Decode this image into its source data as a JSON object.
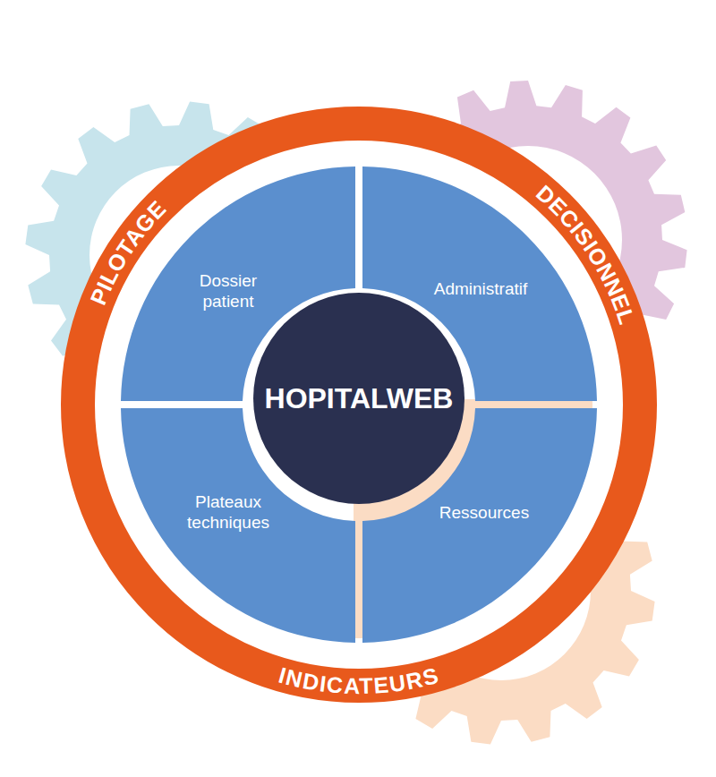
{
  "diagram": {
    "nodes": [
      {
        "text": [
          "PILOTAGE",
          "DECISIONNEL",
          "INDICATEURS"
        ]
      },
      {
        "text": [
          "Dossier patient"
        ],
        "in": 0
      },
      {
        "text": [
          "Administratif"
        ],
        "in": 0
      },
      {
        "text": [
          "Plateaux techniques"
        ],
        "in": 0
      },
      {
        "text": [
          "Ressources"
        ],
        "in": 0
      },
      {
        "text": [
          "HOPITALWEB"
        ],
        "in": 0
      }
    ]
  }
}
